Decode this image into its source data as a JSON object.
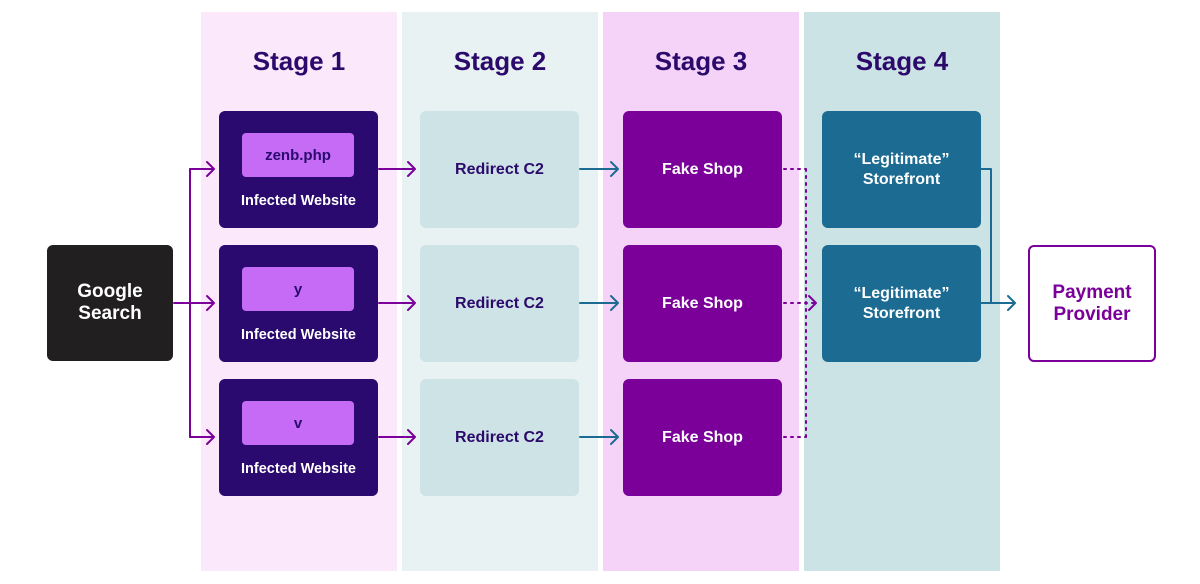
{
  "stages": [
    {
      "title": "Stage 1",
      "background": "#fbe9fb"
    },
    {
      "title": "Stage 2",
      "background": "#e8f2f3"
    },
    {
      "title": "Stage 3",
      "background": "#f5d3f8"
    },
    {
      "title": "Stage 4",
      "background": "#cce3e5"
    }
  ],
  "source": {
    "label": "Google\nSearch"
  },
  "infected_websites": [
    {
      "file": "zenb.php",
      "label": "Infected Website"
    },
    {
      "file": "y",
      "label": "Infected Website"
    },
    {
      "file": "v",
      "label": "Infected Website"
    }
  ],
  "redirects": [
    {
      "label": "Redirect C2"
    },
    {
      "label": "Redirect C2"
    },
    {
      "label": "Redirect C2"
    }
  ],
  "fake_shops": [
    {
      "label": "Fake Shop"
    },
    {
      "label": "Fake Shop"
    },
    {
      "label": "Fake Shop"
    }
  ],
  "storefronts": [
    {
      "label": "“Legitimate”\nStorefront"
    },
    {
      "label": "“Legitimate”\nStorefront"
    }
  ],
  "destination": {
    "label": "Payment\nProvider"
  },
  "colors": {
    "purple_arrow": "#7a0099",
    "teal_arrow": "#1c6b92",
    "title": "#2b0a6b"
  }
}
